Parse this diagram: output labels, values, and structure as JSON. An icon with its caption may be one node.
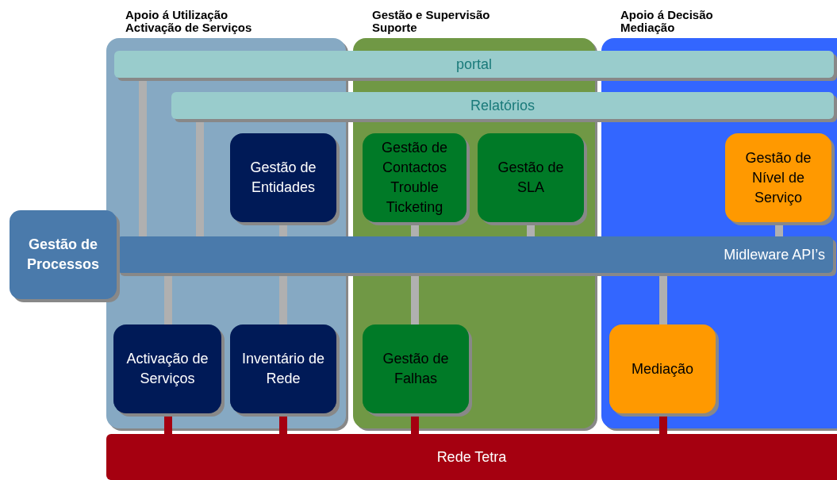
{
  "diagram": {
    "nodes": [
      {
        "text": [
          "Apoio á Utilização Activação de Serviços"
        ]
      },
      {
        "text": [
          "Gestão e Supervisão Suporte"
        ]
      },
      {
        "text": [
          "Apoio á Decisão Mediação"
        ]
      },
      {
        "text": [
          "portal"
        ]
      },
      {
        "text": [
          "Relatórios"
        ]
      },
      {
        "text": [
          "Gestão de Entidades"
        ],
        "in": 0
      },
      {
        "text": [
          "Gestão de Contactos Trouble Ticketing"
        ],
        "in": 1
      },
      {
        "text": [
          "Gestão de SLA"
        ],
        "in": 1
      },
      {
        "text": [
          "Gestão de Nível de Serviço"
        ],
        "in": 2
      },
      {
        "text": [
          "Gestão de Processos"
        ]
      },
      {
        "text": [
          "Midleware API’s"
        ]
      },
      {
        "text": [
          "Activação de Serviços"
        ],
        "in": 0
      },
      {
        "text": [
          "Inventário de Rede"
        ],
        "in": 0
      },
      {
        "text": [
          "Gestão de Falhas"
        ],
        "in": 1
      },
      {
        "text": [
          "Mediação"
        ],
        "in": 2
      },
      {
        "text": [
          "Rede Tetra"
        ]
      }
    ],
    "edges": [
      {
        "from": 3,
        "to": 10,
        "arrow": "none"
      },
      {
        "from": 4,
        "to": 10,
        "arrow": "none"
      },
      {
        "from": 5,
        "to": 10,
        "arrow": "none"
      },
      {
        "from": 6,
        "to": 10,
        "arrow": "none"
      },
      {
        "from": 7,
        "to": 10,
        "arrow": "none"
      },
      {
        "from": 8,
        "to": 10,
        "arrow": "none"
      },
      {
        "from": 10,
        "to": 11,
        "arrow": "none"
      },
      {
        "from": 10,
        "to": 12,
        "arrow": "none"
      },
      {
        "from": 10,
        "to": 13,
        "arrow": "none"
      },
      {
        "from": 10,
        "to": 14,
        "arrow": "none"
      },
      {
        "from": 11,
        "to": 15,
        "arrow": "none",
        "color": "#a50010"
      },
      {
        "from": 12,
        "to": 15,
        "arrow": "none",
        "color": "#a50010"
      },
      {
        "from": 13,
        "to": 15,
        "arrow": "none",
        "color": "#a50010"
      },
      {
        "from": 14,
        "to": 15,
        "arrow": "none",
        "color": "#a50010"
      }
    ]
  }
}
